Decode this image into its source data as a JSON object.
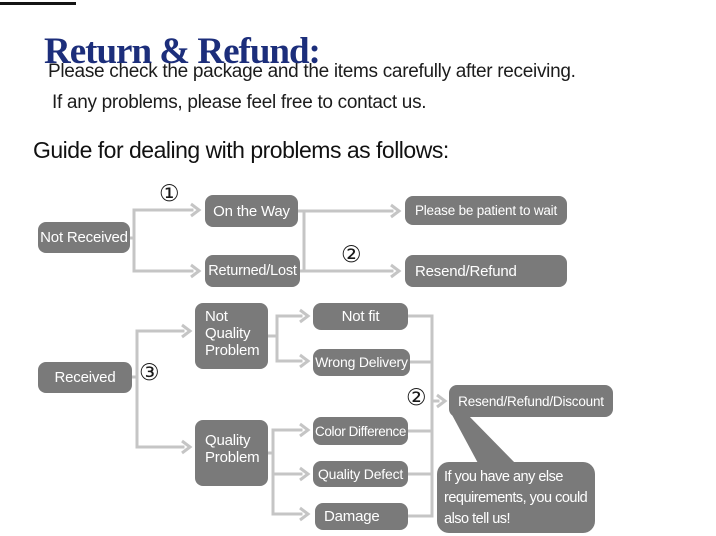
{
  "header": {
    "title": "Return & Refund:",
    "intro_line1": "Please check the package and the items carefully after receiving.",
    "intro_line2": "If any problems, please feel free to contact us.",
    "guide_heading": "Guide for dealing with problems as follows:"
  },
  "flowchart": {
    "nodes": {
      "not_received": "Not Received",
      "on_the_way": "On the Way",
      "returned_lost": "Returned/Lost",
      "please_be_patient": "Please be patient to wait",
      "resend_refund": "Resend/Refund",
      "received": "Received",
      "not_quality_problem": "Not Quality Problem",
      "not_fit": "Not fit",
      "wrong_delivery": "Wrong Delivery",
      "quality_problem": "Quality Problem",
      "color_difference": "Color Difference",
      "quality_defect": "Quality Defect",
      "damage": "Damage",
      "resend_refund_discount": "Resend/Refund/Discount"
    },
    "markers": {
      "step1": "①",
      "step2_top": "②",
      "step3": "③",
      "step2_bottom": "②"
    },
    "note_bubble": {
      "line1": "If you have any else",
      "line2": "requirements, you could",
      "line3": "also tell us!"
    }
  },
  "colors": {
    "title_navy": "#1c2e7b",
    "node_gray": "#7a7a7a",
    "node_text": "#ffffff",
    "connector_gray": "#c5c5c5",
    "body_text": "#1c1c1c"
  }
}
